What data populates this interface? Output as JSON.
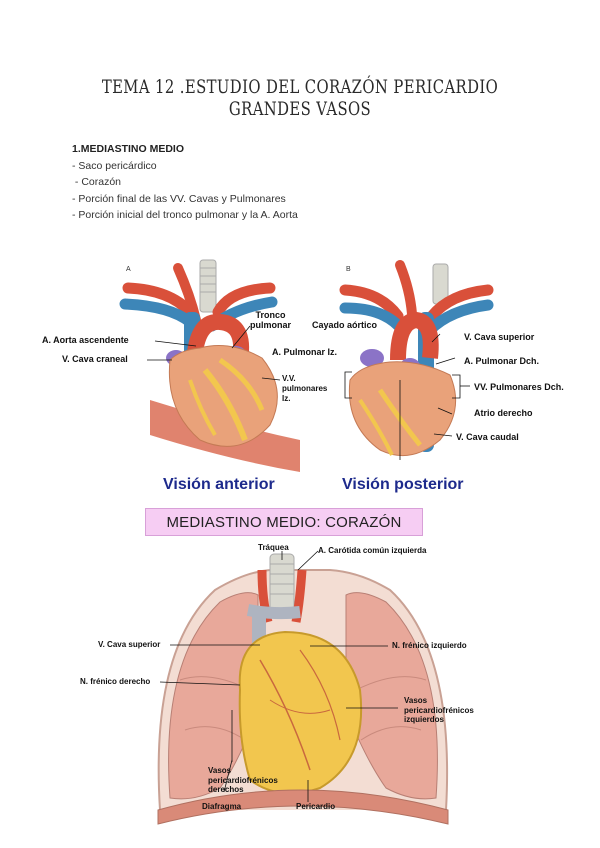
{
  "document": {
    "title": "TEMA 12 .ESTUDIO DEL CORAZÓN PERICARDIO GRANDES VASOS"
  },
  "section": {
    "heading": "1.MEDIASTINO MEDIO",
    "items": [
      "- Saco pericárdico",
      " - Corazón",
      "- Porción final de las VV. Cavas y Pulmonares",
      "- Porción inicial del tronco pulmonar y la A. Aorta"
    ]
  },
  "figure_top": {
    "panel_a": {
      "letter": "A",
      "labels": {
        "aorta_ascendente": "A. Aorta ascendente",
        "cava_craneal": "V. Cava craneal",
        "tronco_pulmonar_1": "Tronco",
        "tronco_pulmonar_2": "pulmonar",
        "pulmonar_iz": "A. Pulmonar Iz.",
        "vv_pulmonares_1": "V.V.",
        "vv_pulmonares_2": "pulmonares",
        "vv_pulmonares_3": "Iz."
      },
      "caption": "Visión anterior"
    },
    "panel_b": {
      "letter": "B",
      "labels": {
        "cayado_aortico": "Cayado aórtico",
        "cava_superior": "V. Cava superior",
        "pulmonar_dch": "A. Pulmonar Dch.",
        "vv_pulmonares_dch": "VV. Pulmonares Dch.",
        "atrio_derecho": "Atrio derecho",
        "cava_caudal": "V. Cava caudal"
      },
      "caption": "Visión posterior"
    }
  },
  "banner": {
    "text": "MEDIASTINO MEDIO: CORAZÓN"
  },
  "figure_bottom": {
    "labels": {
      "traquea": "Tráquea",
      "carotida": "A. Carótida común izquierda",
      "cava_superior": "V. Cava superior",
      "frenico_izq": "N. frénico izquierdo",
      "frenico_der": "N. frénico derecho",
      "vasos_izq_1": "Vasos",
      "vasos_izq_2": "pericardiofrénicos",
      "vasos_izq_3": "izquierdos",
      "vasos_der_1": "Vasos",
      "vasos_der_2": "pericardiofrénicos",
      "vasos_der_3": "derechos",
      "diafragma": "Diafragma",
      "pericardio": "Pericardio"
    }
  },
  "colors": {
    "aorta": "#d9503a",
    "vena": "#3d86b8",
    "heart": "#e9a27a",
    "fat": "#f2c64e",
    "lung": "#e8a89a",
    "banner": "#f6cdf3",
    "caption": "#1d2a8c"
  }
}
